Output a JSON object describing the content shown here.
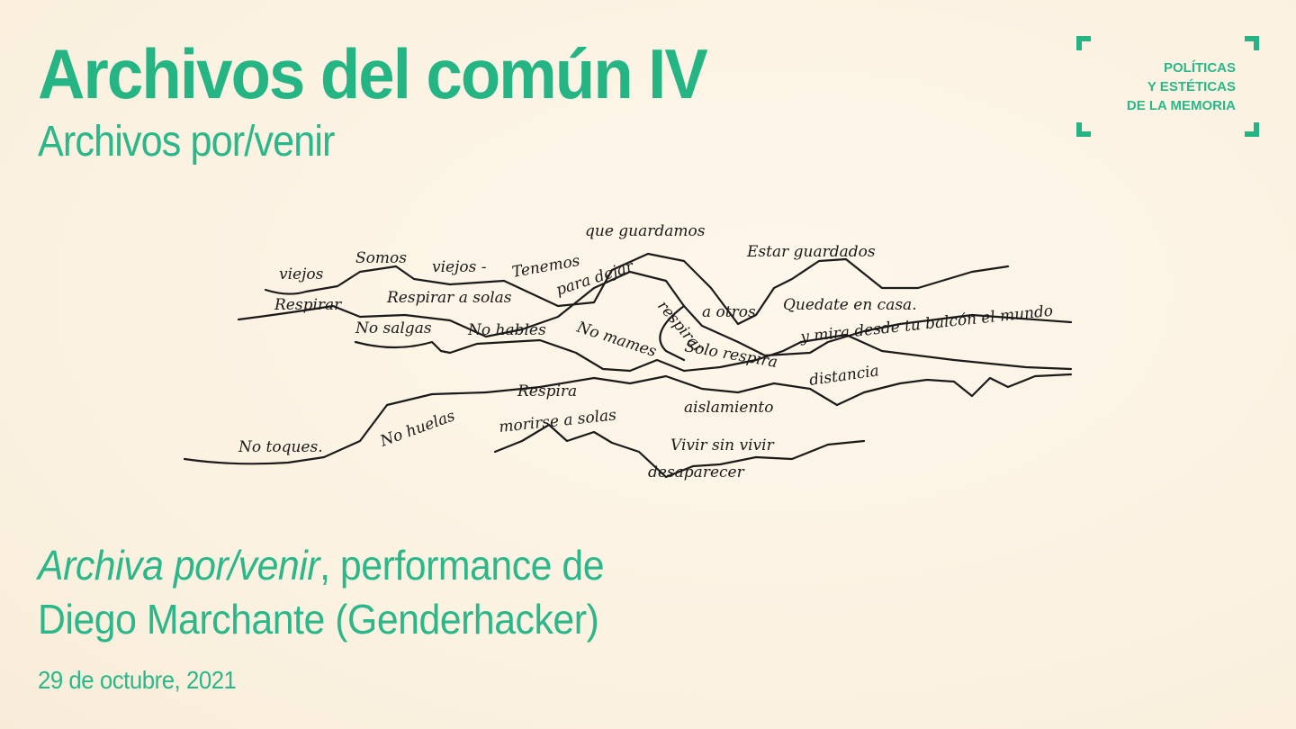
{
  "header": {
    "title": "Archivos del común IV",
    "subtitle": "Archivos por/venir"
  },
  "logo": {
    "lines": [
      "POLÍTICAS",
      "Y ESTÉTICAS",
      "DE LA MEMORIA"
    ],
    "accent_color": "#25b585"
  },
  "drawing": {
    "handwritten_phrases": [
      "viejos",
      "Somos",
      "viejos",
      "Tenemos que guardamos",
      "Estar guardados",
      "Respirar",
      "Respirar a solas",
      "para dejar respirar a otros",
      "Quedate en casa",
      "No salgas",
      "No hables",
      "No mames",
      "Solo respira",
      "y mira desde tu balcón el mundo",
      "Respira",
      "distancia",
      "aislamiento",
      "No toques",
      "No huelas",
      "morirse a solas",
      "Vivir sin vivir",
      "desaparecer"
    ]
  },
  "event": {
    "work_title_italic": "Archiva por/venir",
    "line1_rest": ", performance de",
    "line2": "Diego Marchante (Genderhacker)",
    "date": "29 de octubre, 2021"
  },
  "colors": {
    "background": "#fcf3e4",
    "accent": "#25b585",
    "ink": "#1a1a1a"
  }
}
